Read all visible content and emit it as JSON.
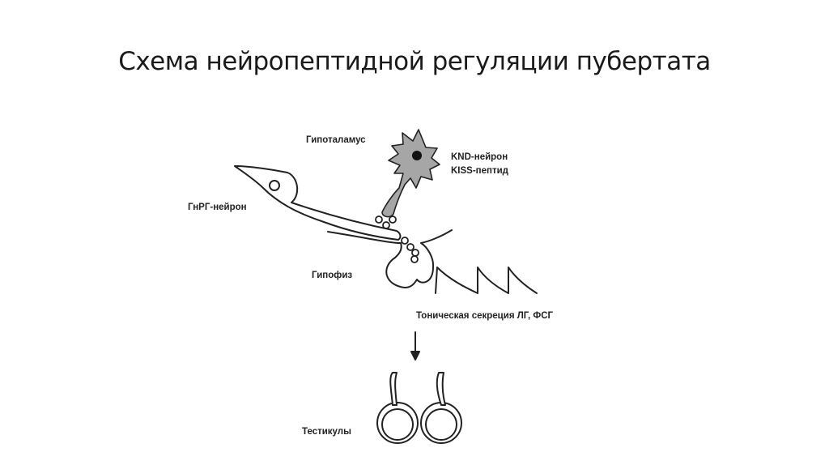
{
  "title": "Схема нейропептидной регуляции пубертата",
  "labels": {
    "hypothalamus": "Гипоталамус",
    "knd_neuron": "KND-нейрон",
    "kiss_peptide": "KISS-пептид",
    "gnrh_neuron": "ГнРГ-нейрон",
    "pituitary": "Гипофиз",
    "tonic_secretion": "Тоническая секреция ЛГ, ФСГ",
    "testicles": "Тестикулы"
  },
  "colors": {
    "ink": "#222222",
    "knd_fill": "#a6a6a6",
    "nucleus": "#111111"
  }
}
